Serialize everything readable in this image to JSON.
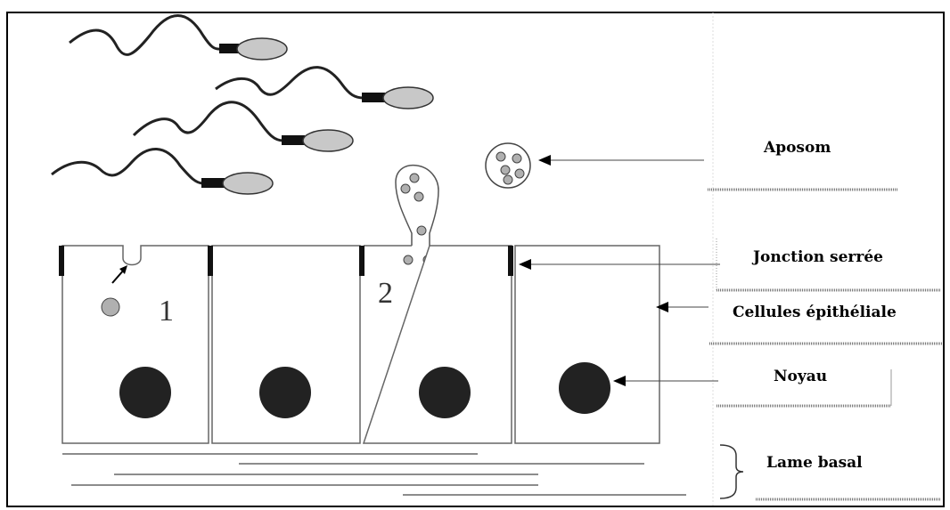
{
  "diagram": {
    "cell_numbers": [
      "1",
      "2"
    ],
    "labels": {
      "aposom": "Aposom",
      "jonction_serree": "Jonction serrée",
      "cellules": "Cellules épithéliale",
      "noyau": "Noyau",
      "lame_basal": "Lame basal"
    }
  },
  "colors": {
    "outline": "#555555",
    "nucleus": "#222222",
    "sperm_head": "#c8c8c8",
    "vesicle": "#b0b0b0",
    "junction": "#111111"
  }
}
